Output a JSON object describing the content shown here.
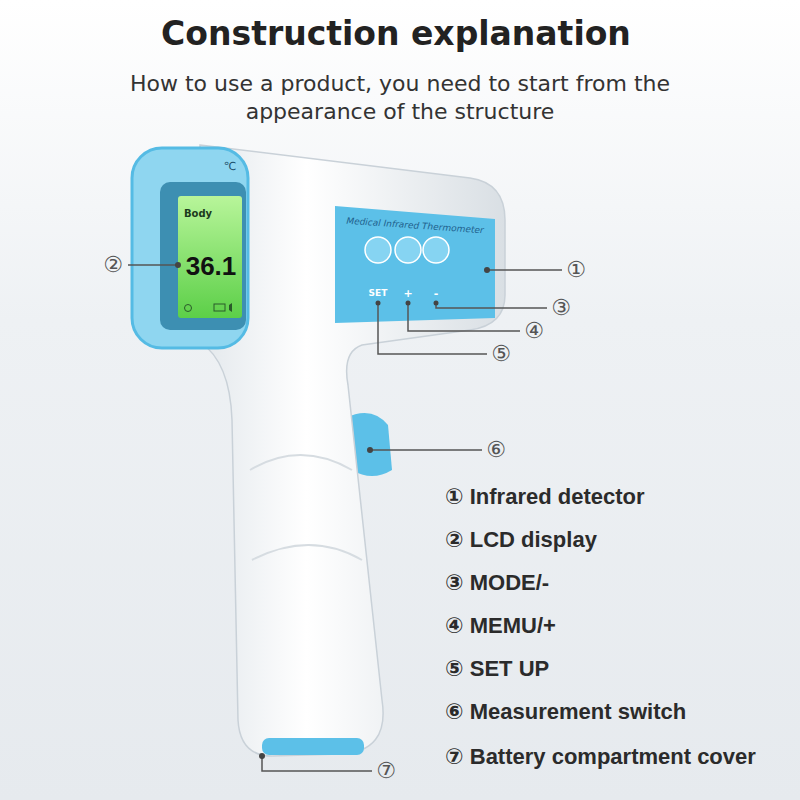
{
  "diagram": {
    "title": "Construction explanation",
    "labels": [
      "②",
      "①",
      "③",
      "④",
      "⑤",
      "⑥",
      "⑦",
      "Medical Infrared Thermometer",
      "Body",
      "36.1",
      "℃",
      "SET",
      "+",
      "-",
      "① Infrared detector",
      "② LCD display",
      "③ MODE/-",
      "④ MEMU/+",
      "⑤ SET UP",
      "⑥ Measurement switch",
      "⑦ Battery compartment cover",
      "How to use a product, you need to start from the appearance of the structure"
    ]
  }
}
